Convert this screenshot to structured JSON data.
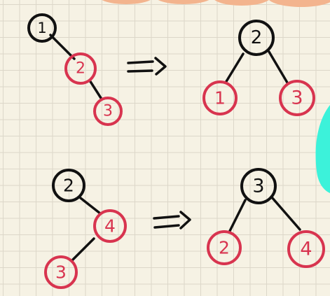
{
  "colors": {
    "black_node": "#111111",
    "red_node": "#d8344f",
    "edge": "#111111",
    "arrow": "#111111",
    "top_blob": "#f3b48e",
    "side_blob": "#3cf2da",
    "paper": "#f6f2e4",
    "grid": "#dcd7c9"
  },
  "diagrams": [
    {
      "before": {
        "nodes": [
          {
            "label": "1",
            "color": "black"
          },
          {
            "label": "2",
            "color": "red"
          },
          {
            "label": "3",
            "color": "red"
          }
        ]
      },
      "arrow": "=>",
      "after": {
        "nodes": [
          {
            "label": "2",
            "color": "black"
          },
          {
            "label": "1",
            "color": "red"
          },
          {
            "label": "3",
            "color": "red"
          }
        ]
      }
    },
    {
      "before": {
        "nodes": [
          {
            "label": "2",
            "color": "black"
          },
          {
            "label": "4",
            "color": "red"
          },
          {
            "label": "3",
            "color": "red"
          }
        ]
      },
      "arrow": "=>",
      "after": {
        "nodes": [
          {
            "label": "3",
            "color": "black"
          },
          {
            "label": "2",
            "color": "red"
          },
          {
            "label": "4",
            "color": "red"
          }
        ]
      }
    }
  ]
}
